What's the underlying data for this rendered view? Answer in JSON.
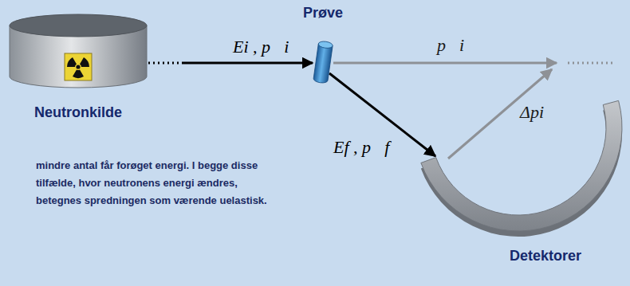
{
  "diagram": {
    "nodes": [
      {
        "text": [
          "Neutronkilde"
        ]
      },
      {
        "text": [
          "Prøve"
        ]
      },
      {
        "text": [
          "Detektorer"
        ]
      }
    ],
    "edges": [
      {
        "from": 0,
        "to": 1,
        "arrow": "to",
        "label": "Ei , p⃗i"
      },
      {
        "from": 1,
        "to": 2,
        "arrow": "to",
        "label": "Ef , p⃗f"
      }
    ],
    "labels": [
      "p⃗i",
      "Δpi",
      "mindre antal får forøget energi. I begge disse tilfælde, hvor neutronens energi ændres, betegnes spredningen som værende uelastisk."
    ]
  }
}
